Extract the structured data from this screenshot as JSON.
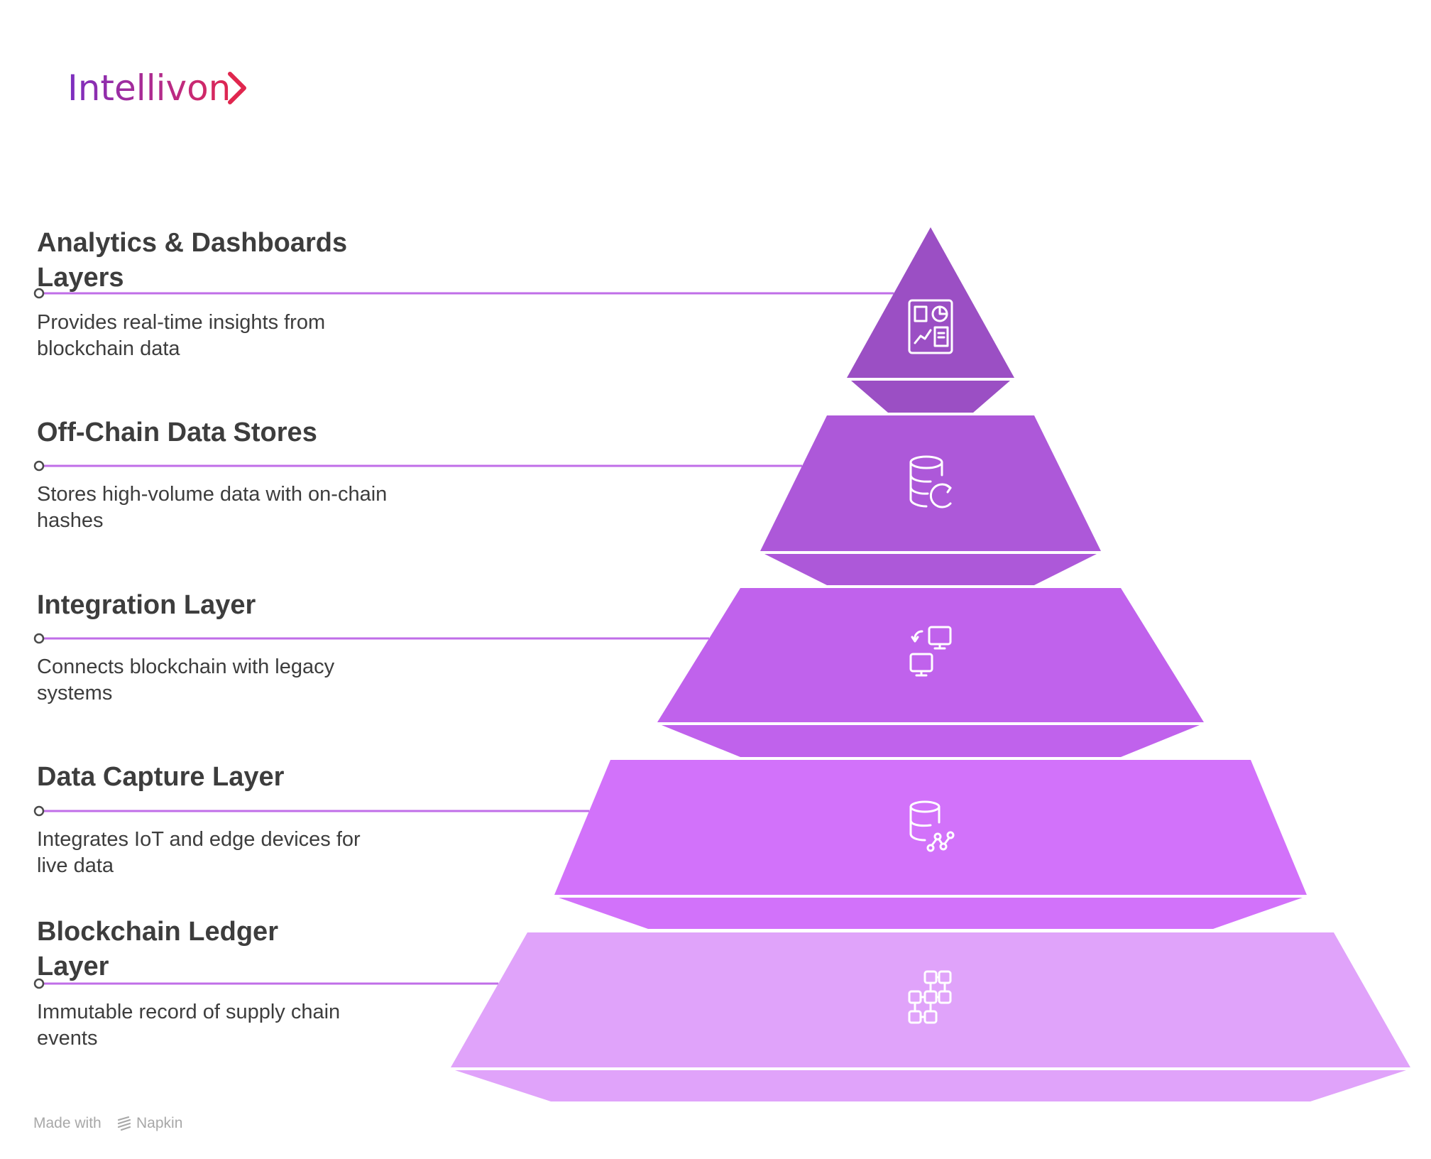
{
  "logo": {
    "text": "Intellivon"
  },
  "colors": {
    "connector": "#c06ee8",
    "layers": [
      "#9b4fc4",
      "#ad58d9",
      "#c062ec",
      "#d272fa",
      "#e0a3fa"
    ]
  },
  "layers": [
    {
      "title": "Analytics & Dashboards Layers",
      "description": "Provides real-time insights from blockchain data",
      "icon": "dashboard-icon"
    },
    {
      "title": "Off-Chain Data Stores",
      "description": "Stores high-volume data with on-chain hashes",
      "icon": "database-refresh-icon"
    },
    {
      "title": "Integration Layer",
      "description": "Connects blockchain with legacy systems",
      "icon": "computer-sync-icon"
    },
    {
      "title": "Data Capture Layer",
      "description": "Integrates IoT and edge devices for live data",
      "icon": "database-network-icon"
    },
    {
      "title": "Blockchain Ledger Layer",
      "description": "Immutable record of supply chain events",
      "icon": "blocks-icon"
    }
  ],
  "footer": {
    "made_with": "Made with",
    "brand": "Napkin"
  }
}
